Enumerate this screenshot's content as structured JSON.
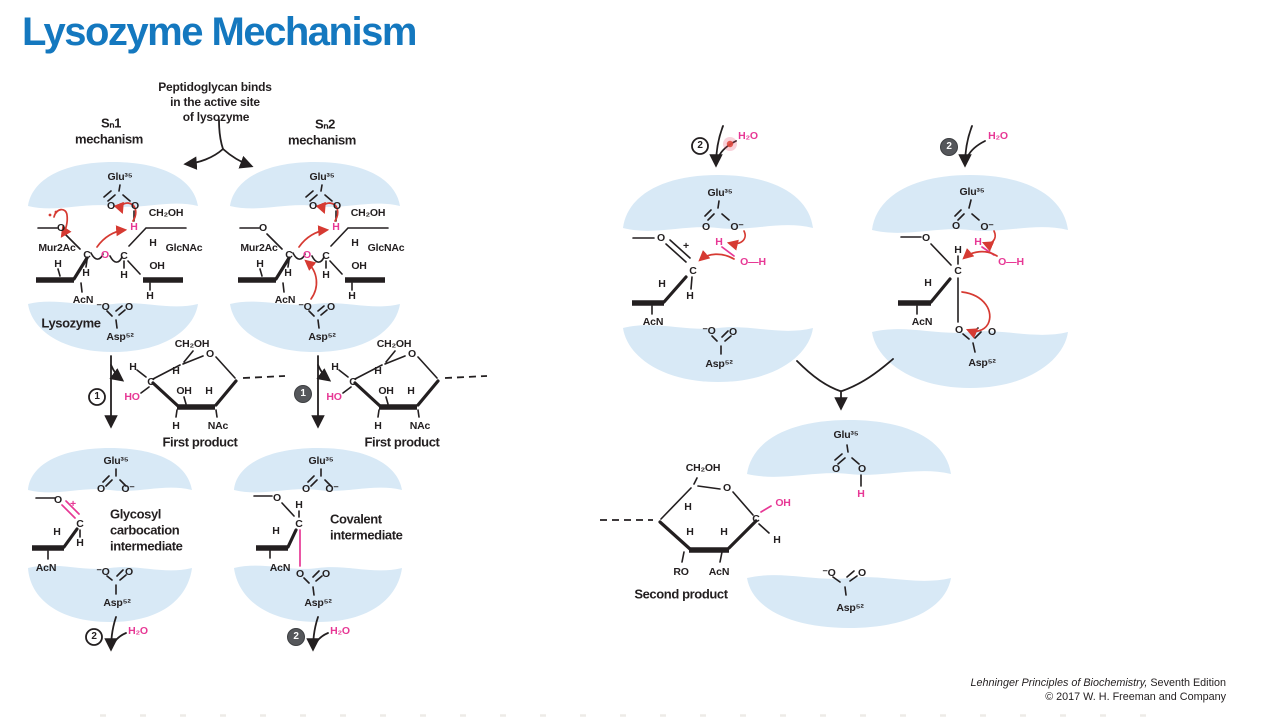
{
  "title": {
    "text": "Lysozyme Mechanism"
  },
  "annotation": {
    "binds_line1": "Peptidoglycan binds",
    "binds_line2": "in the active site",
    "binds_line3": "of lysozyme",
    "sn1": "Sₙ1",
    "sn2": "Sₙ2",
    "mechanism": "mechanism",
    "lysozyme": "Lysozyme",
    "first_product": "First product",
    "second_product": "Second product",
    "glycosyl_line1": "Glycosyl",
    "glycosyl_line2": "carbocation",
    "glycosyl_line3": "intermediate",
    "covalent_line1": "Covalent",
    "covalent_line2": "intermediate"
  },
  "steps": {
    "one": "1",
    "two": "2"
  },
  "atoms": {
    "glu35": "Glu³⁵",
    "asp52": "Asp⁵²",
    "h": "H",
    "c": "C",
    "o": "O",
    "o_minus": "O⁻",
    "minus_o": "⁻O",
    "oh": "OH",
    "ho": "HO",
    "o_dash_h": "O—H",
    "ch2oh": "CH₂OH",
    "h2o": "H₂O",
    "mur2ac": "Mur2Ac",
    "glcnac": "GlcNAc",
    "acn": "AcN",
    "nac": "NAc",
    "ro": "RO",
    "plus": "+"
  },
  "credit": {
    "title_italic": "Lehninger Principles of Biochemistry,",
    "edition": " Seventh Edition",
    "copyright": "© 2017 W. H. Freeman and Company"
  },
  "colors": {
    "title_blue": "#1478bf",
    "highlight_pink": "#e73895",
    "arrow_red": "#d63a32",
    "site_blue": "#d8e9f6",
    "step_circle_dark": "#55575b",
    "ink": "#231f20"
  }
}
